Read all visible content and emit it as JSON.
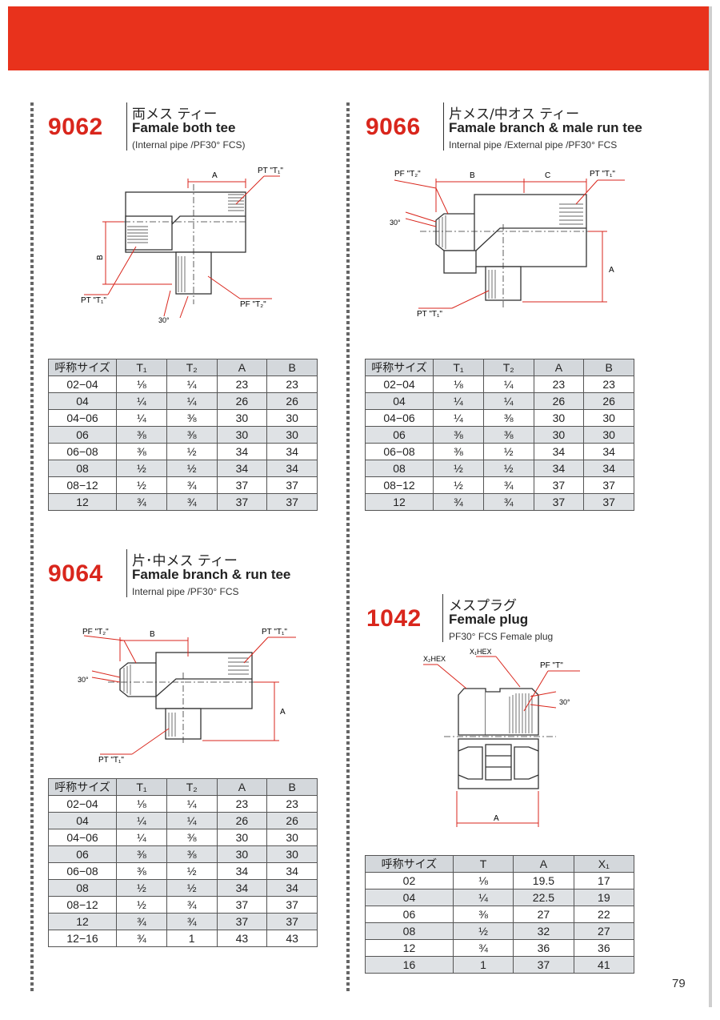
{
  "page_number": "79",
  "sections": {
    "s9062": {
      "code": "9062",
      "title_jp": "両メス ティー",
      "title_en": "Famale both tee",
      "subtitle": "(Internal pipe /PF30° FCS)",
      "diagram_labels": {
        "a": "A",
        "b": "B",
        "pt_t1_top": "PT \"T₁\"",
        "pt_t1": "PT \"T₁\"",
        "pf_t2": "PF \"T₂\"",
        "angle": "30°"
      },
      "table": {
        "headers": [
          "呼称サイズ",
          "T₁",
          "T₂",
          "A",
          "B"
        ],
        "rows": [
          [
            "02−04",
            "⅛",
            "¼",
            "23",
            "23"
          ],
          [
            "04",
            "¼",
            "¼",
            "26",
            "26"
          ],
          [
            "04−06",
            "¼",
            "⅜",
            "30",
            "30"
          ],
          [
            "06",
            "⅜",
            "⅜",
            "30",
            "30"
          ],
          [
            "06−08",
            "⅜",
            "½",
            "34",
            "34"
          ],
          [
            "08",
            "½",
            "½",
            "34",
            "34"
          ],
          [
            "08−12",
            "½",
            "¾",
            "37",
            "37"
          ],
          [
            "12",
            "¾",
            "¾",
            "37",
            "37"
          ]
        ]
      }
    },
    "s9066": {
      "code": "9066",
      "title_jp": "片メス/中オス ティー",
      "title_en": "Famale branch & male run tee",
      "subtitle": "Internal pipe /External pipe /PF30° FCS",
      "diagram_labels": {
        "a": "A",
        "b": "B",
        "c": "C",
        "pf_t2": "PF \"T₂\"",
        "pt_t1_top": "PT \"T₁\"",
        "pt_t1": "PT \"T₁\"",
        "angle": "30°"
      },
      "table": {
        "headers": [
          "呼称サイズ",
          "T₁",
          "T₂",
          "A",
          "B"
        ],
        "rows": [
          [
            "02−04",
            "⅛",
            "¼",
            "23",
            "23"
          ],
          [
            "04",
            "¼",
            "¼",
            "26",
            "26"
          ],
          [
            "04−06",
            "¼",
            "⅜",
            "30",
            "30"
          ],
          [
            "06",
            "⅜",
            "⅜",
            "30",
            "30"
          ],
          [
            "06−08",
            "⅜",
            "½",
            "34",
            "34"
          ],
          [
            "08",
            "½",
            "½",
            "34",
            "34"
          ],
          [
            "08−12",
            "½",
            "¾",
            "37",
            "37"
          ],
          [
            "12",
            "¾",
            "¾",
            "37",
            "37"
          ]
        ]
      }
    },
    "s9064": {
      "code": "9064",
      "title_jp": "片･中メス ティー",
      "title_en": "Famale branch & run tee",
      "subtitle": "Internal pipe /PF30° FCS",
      "diagram_labels": {
        "a": "A",
        "b": "B",
        "pf_t2": "PF \"T₂\"",
        "pt_t1_top": "PT \"T₁\"",
        "pt_t1": "PT \"T₁\"",
        "angle": "30°"
      },
      "table": {
        "headers": [
          "呼称サイズ",
          "T₁",
          "T₂",
          "A",
          "B"
        ],
        "rows": [
          [
            "02−04",
            "⅛",
            "¼",
            "23",
            "23"
          ],
          [
            "04",
            "¼",
            "¼",
            "26",
            "26"
          ],
          [
            "04−06",
            "¼",
            "⅜",
            "30",
            "30"
          ],
          [
            "06",
            "⅜",
            "⅜",
            "30",
            "30"
          ],
          [
            "06−08",
            "⅜",
            "½",
            "34",
            "34"
          ],
          [
            "08",
            "½",
            "½",
            "34",
            "34"
          ],
          [
            "08−12",
            "½",
            "¾",
            "37",
            "37"
          ],
          [
            "12",
            "¾",
            "¾",
            "37",
            "37"
          ],
          [
            "12−16",
            "¾",
            "1",
            "43",
            "43"
          ]
        ]
      }
    },
    "s1042": {
      "code": "1042",
      "title_jp": "メスプラグ",
      "title_en": "Female plug",
      "subtitle": "PF30° FCS Female plug",
      "diagram_labels": {
        "a": "A",
        "x2hex": "X₂HEX",
        "x1hex": "X₁HEX",
        "pf_t": "PF \"T\"",
        "angle": "30°"
      },
      "table": {
        "headers": [
          "呼称サイズ",
          "T",
          "A",
          "X₁"
        ],
        "rows": [
          [
            "02",
            "⅛",
            "19.5",
            "17"
          ],
          [
            "04",
            "¼",
            "22.5",
            "19"
          ],
          [
            "06",
            "⅜",
            "27",
            "22"
          ],
          [
            "08",
            "½",
            "32",
            "27"
          ],
          [
            "12",
            "¾",
            "36",
            "36"
          ],
          [
            "16",
            "1",
            "37",
            "41"
          ]
        ]
      }
    }
  }
}
